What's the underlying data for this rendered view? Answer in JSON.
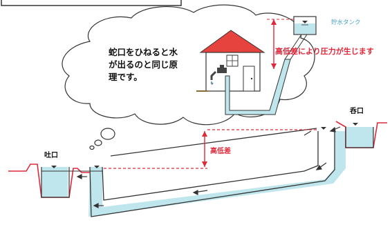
{
  "labels": {
    "tank": "貯水タンク",
    "pressure": "高低差により圧力が生じます",
    "bubble_line1": "蛇口をひねると水",
    "bubble_line2": "が出るのと同じ原",
    "bubble_line3": "理です。",
    "inlet": "呑口",
    "outlet": "吐口",
    "elevation": "高低差"
  },
  "colors": {
    "water": "#bfe6ec",
    "outline": "#2a2a2a",
    "accent_red": "#e0283a",
    "tank_label": "#4aa6c8"
  }
}
